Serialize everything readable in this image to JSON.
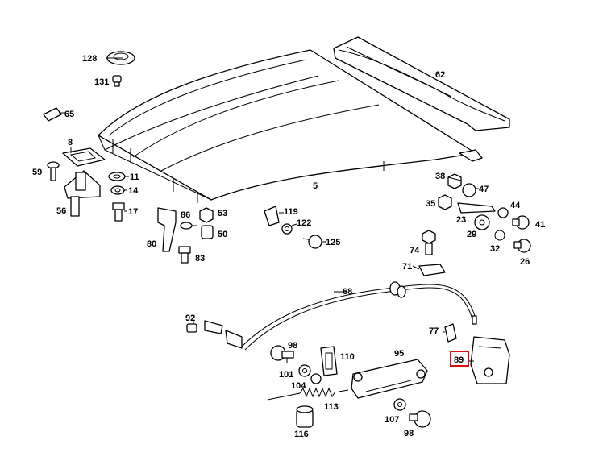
{
  "colors": {
    "line": "#000000",
    "background": "#ffffff",
    "highlight": "#e01010"
  },
  "highlighted_callout": "89",
  "callouts": {
    "c128": "128",
    "c131": "131",
    "c65": "65",
    "c62": "62",
    "c8": "8",
    "c59": "59",
    "c11": "11",
    "c14": "14",
    "c56": "56",
    "c17": "17",
    "c5": "5",
    "c38": "38",
    "c47": "47",
    "c35": "35",
    "c44": "44",
    "c23": "23",
    "c41": "41",
    "c29": "29",
    "c32": "32",
    "c26": "26",
    "c119": "119",
    "c122": "122",
    "c125": "125",
    "c86": "86",
    "c53": "53",
    "c50": "50",
    "c80": "80",
    "c83": "83",
    "c74": "74",
    "c71": "71",
    "c68": "68",
    "c92": "92",
    "c98a": "98",
    "c110": "110",
    "c95": "95",
    "c77": "77",
    "c89": "89",
    "c101": "101",
    "c104": "104",
    "c113": "113",
    "c107": "107",
    "c116": "116",
    "c98b": "98"
  }
}
